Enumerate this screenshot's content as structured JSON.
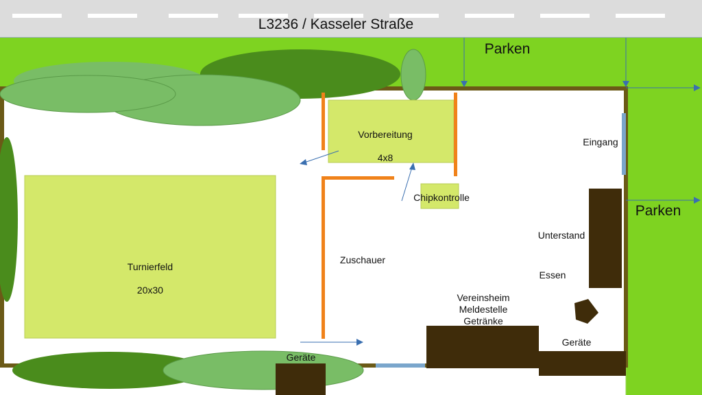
{
  "road": {
    "label": "L3236 / Kasseler Straße"
  },
  "parking": {
    "top_label": "Parken",
    "right_label": "Parken"
  },
  "areas": {
    "tournament_field": {
      "name": "Turnierfeld",
      "size": "20x30"
    },
    "preparation": {
      "name": "Vorbereitung",
      "size": "4x8"
    },
    "chip_control": {
      "name": "Chipkontrolle"
    },
    "entrance": {
      "name": "Eingang"
    },
    "spectators": {
      "name": "Zuschauer"
    },
    "shelter": {
      "name": "Unterstand"
    },
    "food": {
      "name": "Essen"
    },
    "clubhouse": {
      "lines": "Vereinsheim\nMeldestelle\nGetränke"
    },
    "equipment_right": {
      "name": "Geräte"
    },
    "equipment_bottom": {
      "name": "Geräte"
    }
  },
  "colors": {
    "grass": "#7ed321",
    "field": "#d4e86a",
    "fence": "#6b5a17",
    "barrier": "#f0821a",
    "building": "#3f2c0a",
    "tree_dark": "#4a8c1c",
    "tree_light": "#79bd66",
    "gate": "#7aa6cc",
    "arrow": "#3a6fb0"
  }
}
